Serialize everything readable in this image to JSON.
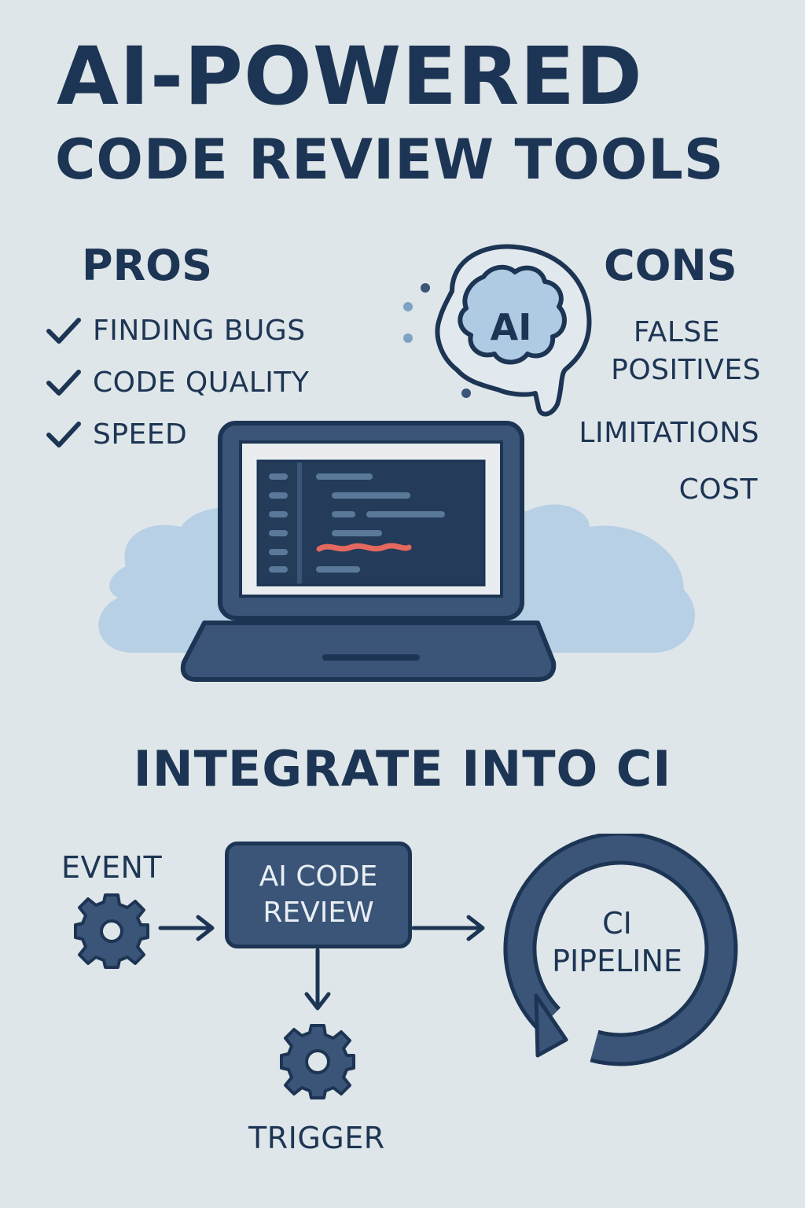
{
  "title": {
    "line1": "AI-POWERED",
    "line2": "CODE REVIEW TOOLS"
  },
  "pros": {
    "heading": "PROS",
    "items": [
      "FINDING BUGS",
      "CODE QUALITY",
      "SPEED"
    ]
  },
  "cons": {
    "heading": "CONS",
    "items": [
      "FALSE",
      "POSITIVES",
      "LIMITATIONS",
      "COST"
    ]
  },
  "ai_badge": "AI",
  "ci": {
    "heading": "INTEGRATE INTO CI",
    "event_label": "EVENT",
    "review_line1": "AI CODE",
    "review_line2": "REVIEW",
    "pipeline_line1": "CI",
    "pipeline_line2": "PIPELINE",
    "trigger_label": "TRIGGER"
  },
  "icons": {
    "check": "check-icon",
    "brain": "brain-icon",
    "head": "head-profile-icon",
    "laptop": "laptop-icon",
    "gear": "gear-icon",
    "arrow": "arrow-icon",
    "cycle": "cycle-arrow-icon"
  },
  "colors": {
    "background": "#dfe6e9",
    "text": "#1d3554",
    "primary": "#3a5578",
    "light_blue": "#aecbe3",
    "accent_red": "#e5685f"
  }
}
